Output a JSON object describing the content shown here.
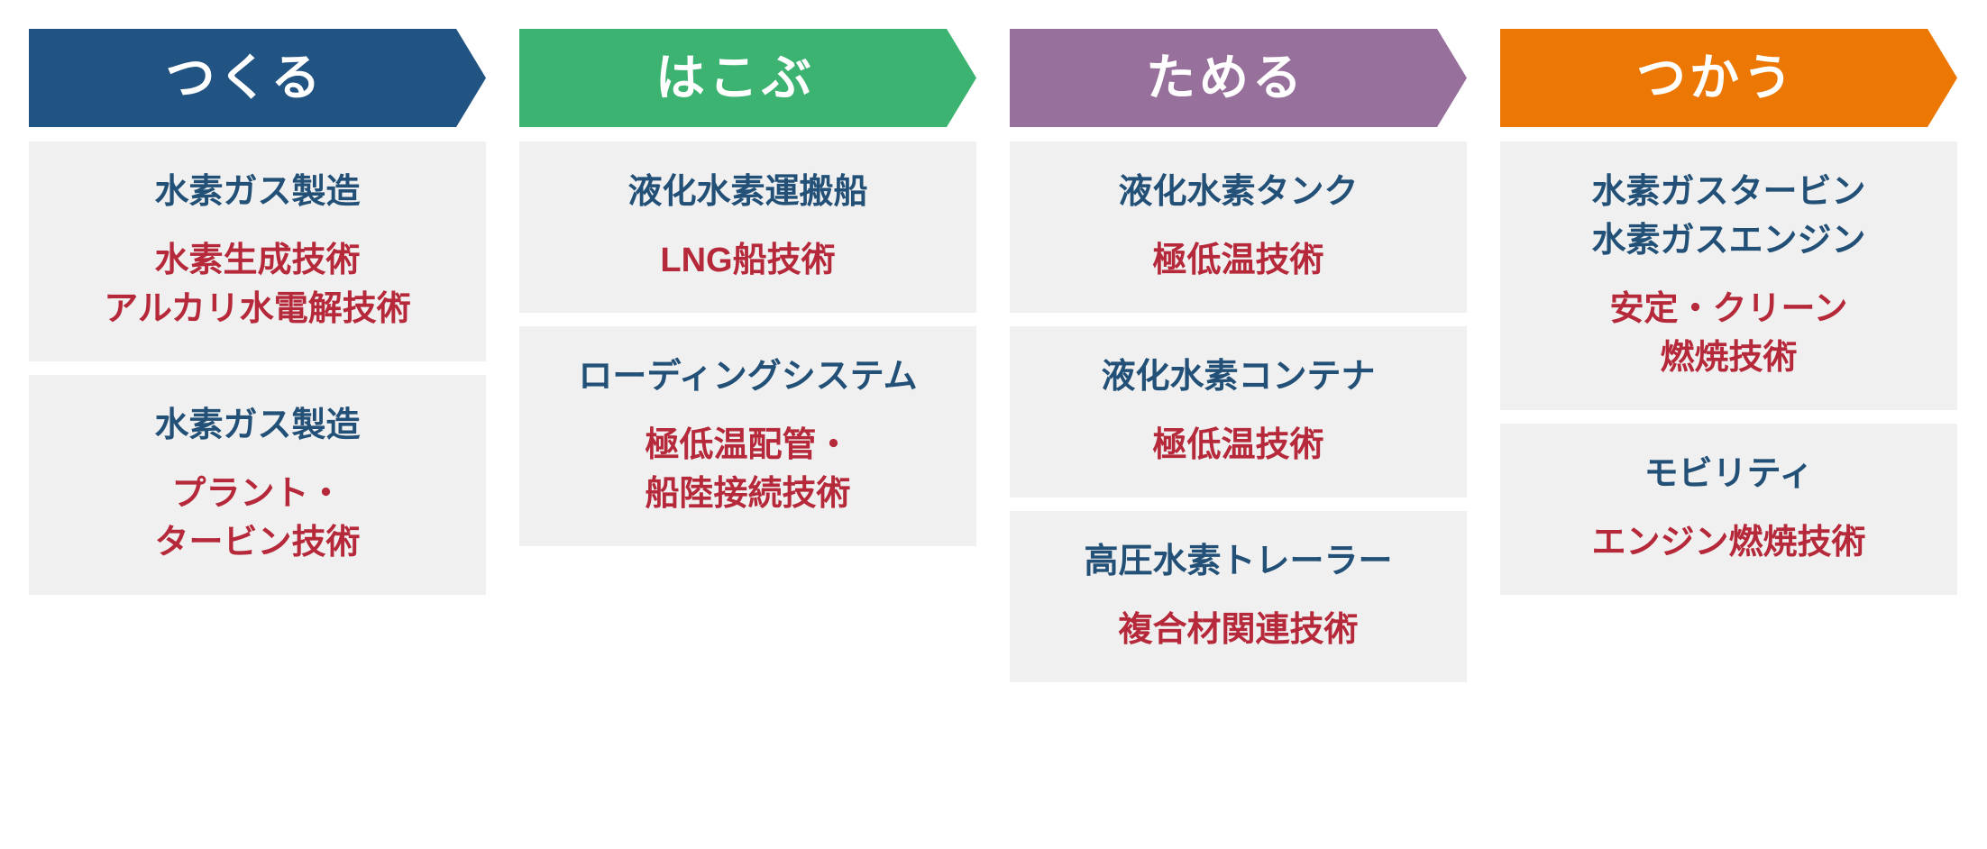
{
  "diagram": {
    "title": "Hydrogen value chain",
    "colors": {
      "stage1": "#225483",
      "stage2": "#3cb371",
      "stage3": "#97719b",
      "stage4": "#ed7703",
      "card_bg": "#f0f0f0",
      "title_text": "#225077",
      "tech_text": "#b6293a",
      "header_text": "#ffffff",
      "page_bg": "#ffffff"
    },
    "stages": [
      {
        "id": "tsukuru",
        "label": "つくる",
        "color": "#225483",
        "cards": [
          {
            "lines": [
              {
                "text": "水素ガス製造",
                "style": "title"
              },
              {
                "text": "水素生成技術",
                "style": "tech",
                "gap_before": true
              },
              {
                "text": "アルカリ水電解技術",
                "style": "tech"
              }
            ]
          },
          {
            "lines": [
              {
                "text": "水素ガス製造",
                "style": "title"
              },
              {
                "text": "プラント・",
                "style": "tech",
                "gap_before": true
              },
              {
                "text": "タービン技術",
                "style": "tech"
              }
            ]
          }
        ]
      },
      {
        "id": "hakobu",
        "label": "はこぶ",
        "color": "#3cb371",
        "cards": [
          {
            "lines": [
              {
                "text": "液化水素運搬船",
                "style": "title"
              },
              {
                "text": "LNG船技術",
                "style": "tech",
                "gap_before": true
              }
            ]
          },
          {
            "lines": [
              {
                "text": "ローディングシステム",
                "style": "title"
              },
              {
                "text": "極低温配管・",
                "style": "tech",
                "gap_before": true
              },
              {
                "text": "船陸接続技術",
                "style": "tech"
              }
            ]
          }
        ]
      },
      {
        "id": "tameru",
        "label": "ためる",
        "color": "#97719b",
        "cards": [
          {
            "lines": [
              {
                "text": "液化水素タンク",
                "style": "title"
              },
              {
                "text": "極低温技術",
                "style": "tech",
                "gap_before": true
              }
            ]
          },
          {
            "lines": [
              {
                "text": "液化水素コンテナ",
                "style": "title"
              },
              {
                "text": "極低温技術",
                "style": "tech",
                "gap_before": true
              }
            ]
          },
          {
            "lines": [
              {
                "text": "高圧水素トレーラー",
                "style": "title"
              },
              {
                "text": "複合材関連技術",
                "style": "tech",
                "gap_before": true
              }
            ]
          }
        ]
      },
      {
        "id": "tsukau",
        "label": "つかう",
        "color": "#ed7703",
        "cards": [
          {
            "lines": [
              {
                "text": "水素ガスタービン",
                "style": "title"
              },
              {
                "text": "水素ガスエンジン",
                "style": "title"
              },
              {
                "text": "安定・クリーン",
                "style": "tech",
                "gap_before": true
              },
              {
                "text": "燃焼技術",
                "style": "tech"
              }
            ]
          },
          {
            "lines": [
              {
                "text": "モビリティ",
                "style": "title"
              },
              {
                "text": "エンジン燃焼技術",
                "style": "tech",
                "gap_before": true
              }
            ]
          }
        ]
      }
    ]
  }
}
